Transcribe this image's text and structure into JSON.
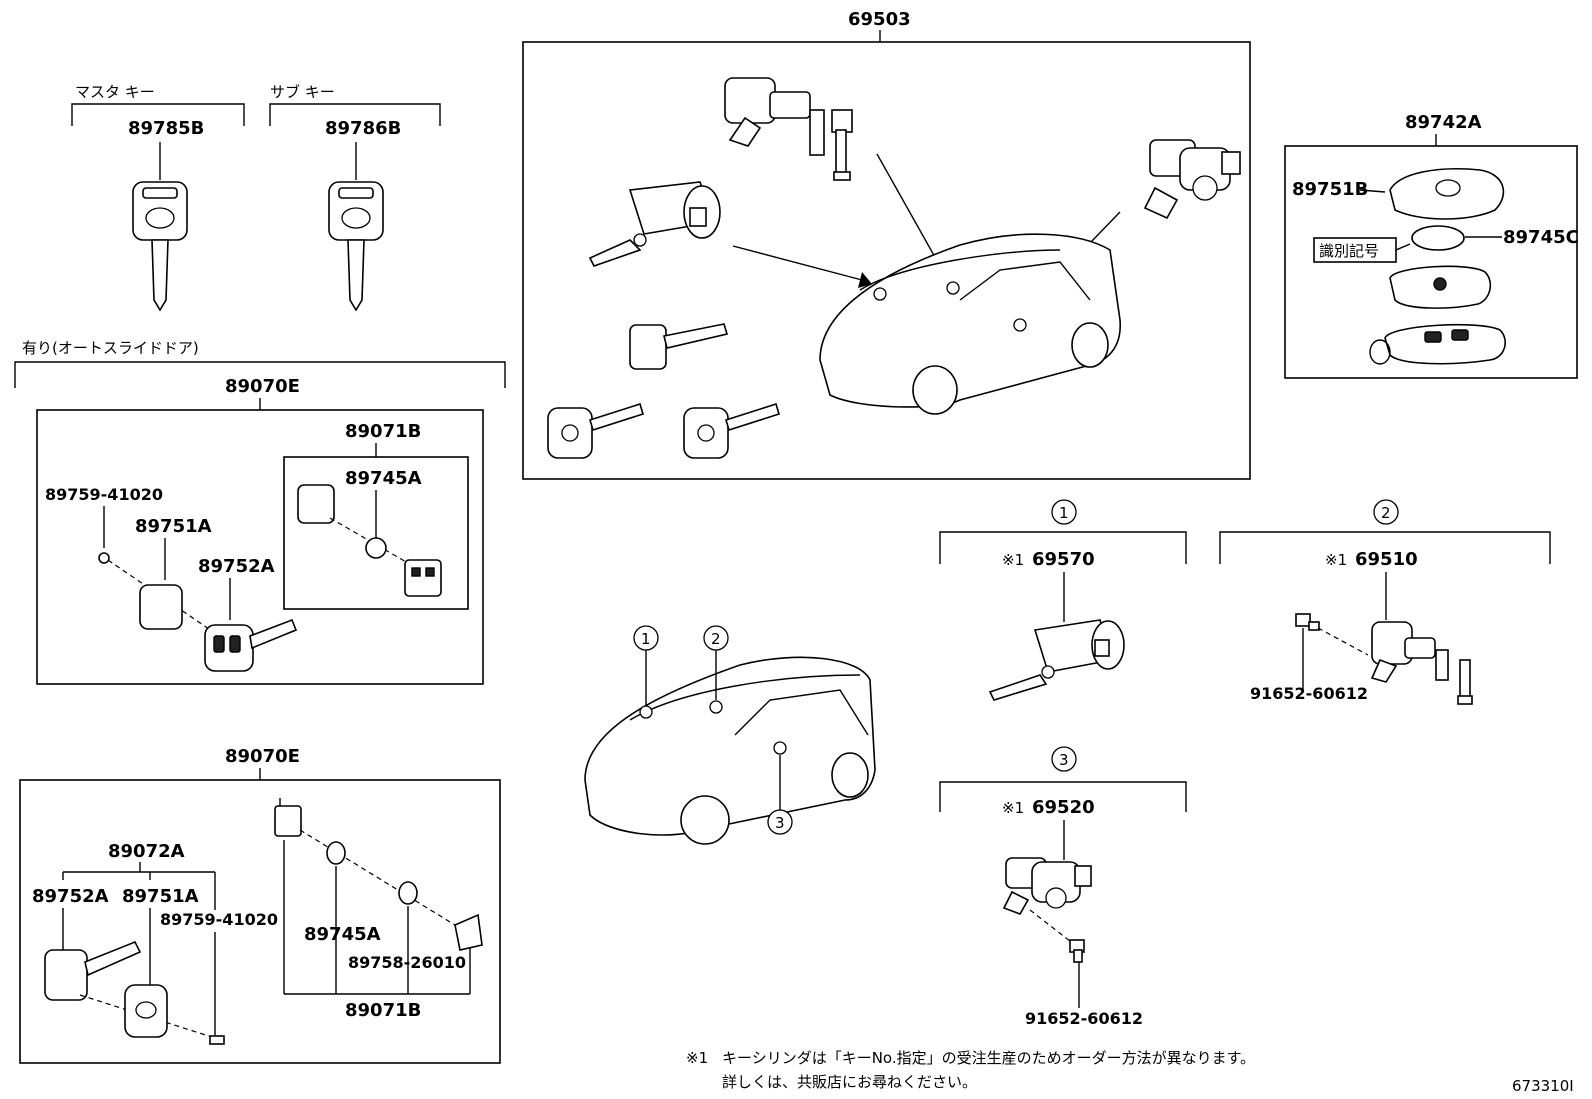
{
  "labels": {
    "top_assembly": "69503",
    "master_key_label": "マスタ キー",
    "master_key_part": "89785B",
    "sub_key_label": "サブ キー",
    "sub_key_part": "89786B",
    "slide_door_label": "有り(オートスライドドア)",
    "set_e_top": "89070E",
    "set_b_top": "89071B",
    "p89745A_top": "89745A",
    "p89759_top": "89759-41020",
    "p89751A_top": "89751A",
    "p89752A_top": "89752A",
    "set_e_bottom": "89070E",
    "p89072A": "89072A",
    "p89752A_bottom": "89752A",
    "p89751A_bottom": "89751A",
    "p89759_bottom": "89759-41020",
    "p89745A_bottom": "89745A",
    "p89758": "89758-26010",
    "set_b_bottom": "89071B",
    "transmitter": "89742A",
    "p89751B": "89751B",
    "p89745C": "89745C",
    "id_mark": "識別記号",
    "p69570": "69570",
    "p69510": "69510",
    "p69520": "69520",
    "note_mark": "※1",
    "bolt_1": "91652-60612",
    "bolt_2": "91652-60612",
    "circle_1": "1",
    "circle_2": "2",
    "circle_3": "3",
    "note_line1": "キーシリンダは「キーNo.指定」の受注生産のためオーダー方法が異なります。",
    "note_line2": "詳しくは、共販店にお尋ねください。",
    "diagram_code": "673310I"
  }
}
